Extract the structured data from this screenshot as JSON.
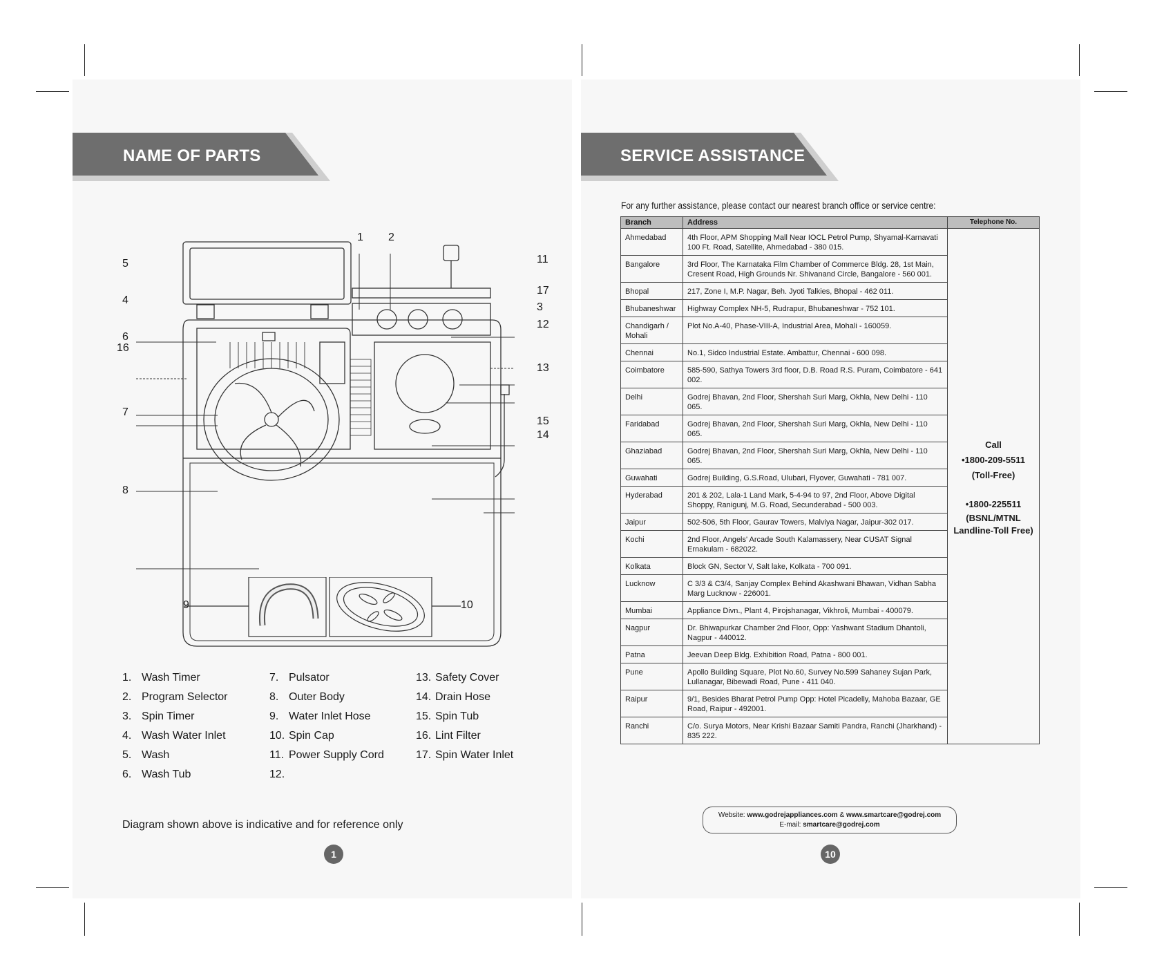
{
  "left": {
    "banner_title": "NAME OF PARTS",
    "callouts": [
      "1",
      "2",
      "3",
      "4",
      "5",
      "6",
      "7",
      "8",
      "9",
      "10",
      "11",
      "12",
      "13",
      "14",
      "15",
      "16",
      "17"
    ],
    "parts_col1": [
      {
        "num": "1.",
        "label": "Wash Timer"
      },
      {
        "num": "2.",
        "label": "Program Selector"
      },
      {
        "num": "3.",
        "label": "Spin Timer"
      },
      {
        "num": "4.",
        "label": "Wash Water Inlet"
      },
      {
        "num": "5.",
        "label": "Wash"
      },
      {
        "num": "6.",
        "label": "Wash Tub"
      }
    ],
    "parts_col2": [
      {
        "num": "7.",
        "label": "Pulsator"
      },
      {
        "num": "8.",
        "label": "Outer Body"
      },
      {
        "num": "9.",
        "label": "Water Inlet Hose"
      },
      {
        "num": "10.",
        "label": "Spin Cap"
      },
      {
        "num": "11.",
        "label": "Power Supply Cord"
      },
      {
        "num": "12.",
        "label": ""
      }
    ],
    "parts_col3": [
      {
        "num": "13.",
        "label": "Safety Cover"
      },
      {
        "num": "14.",
        "label": "Drain Hose"
      },
      {
        "num": "15.",
        "label": "Spin Tub"
      },
      {
        "num": "16.",
        "label": "Lint Filter"
      },
      {
        "num": "17.",
        "label": "Spin Water Inlet"
      }
    ],
    "disclaimer": "Diagram shown above is indicative and for reference only",
    "page_number": "1"
  },
  "right": {
    "banner_title": "SERVICE ASSISTANCE",
    "intro": "For any further assistance, please contact our nearest branch office or service centre:",
    "headers": {
      "branch": "Branch",
      "address": "Address",
      "telephone": "Telephone No."
    },
    "rows": [
      {
        "branch": "Ahmedabad",
        "address": "4th Floor, APM Shopping Mall Near IOCL Petrol Pump, Shyamal-Karnavati 100 Ft. Road, Satellite, Ahmedabad - 380 015."
      },
      {
        "branch": "Bangalore",
        "address": "3rd Floor, The Karnataka Film Chamber of Commerce Bldg. 28, 1st Main, Cresent Road, High Grounds Nr. Shivanand Circle, Bangalore - 560 001."
      },
      {
        "branch": "Bhopal",
        "address": "217, Zone I, M.P. Nagar, Beh. Jyoti Talkies, Bhopal - 462 011."
      },
      {
        "branch": "Bhubaneshwar",
        "address": "Highway Complex NH-5, Rudrapur, Bhubaneshwar - 752 101."
      },
      {
        "branch": "Chandigarh / Mohali",
        "address": "Plot No.A-40, Phase-VIII-A, Industrial Area, Mohali - 160059."
      },
      {
        "branch": "Chennai",
        "address": "No.1, Sidco Industrial Estate. Ambattur, Chennai - 600 098."
      },
      {
        "branch": "Coimbatore",
        "address": "585-590, Sathya Towers 3rd floor, D.B. Road R.S. Puram, Coimbatore - 641 002."
      },
      {
        "branch": "Delhi",
        "address": "Godrej Bhavan, 2nd Floor, Shershah Suri Marg, Okhla, New Delhi - 110 065."
      },
      {
        "branch": "Faridabad",
        "address": "Godrej Bhavan, 2nd Floor, Shershah Suri Marg, Okhla, New Delhi - 110 065."
      },
      {
        "branch": "Ghaziabad",
        "address": "Godrej Bhavan, 2nd Floor, Shershah Suri Marg, Okhla, New Delhi - 110 065."
      },
      {
        "branch": "Guwahati",
        "address": "Godrej Building, G.S.Road, Ulubari, Flyover, Guwahati - 781 007."
      },
      {
        "branch": "Hyderabad",
        "address": "201 & 202, Lala-1 Land Mark, 5-4-94 to 97, 2nd Floor, Above Digital Shoppy, Ranigunj, M.G. Road, Secunderabad - 500 003."
      },
      {
        "branch": "Jaipur",
        "address": "502-506, 5th Floor, Gaurav Towers, Malviya Nagar, Jaipur-302 017."
      },
      {
        "branch": "Kochi",
        "address": "2nd Floor, Angels' Arcade South Kalamassery, Near CUSAT Signal Ernakulam - 682022."
      },
      {
        "branch": "Kolkata",
        "address": "Block GN, Sector V, Salt lake, Kolkata - 700 091."
      },
      {
        "branch": "Lucknow",
        "address": "C 3/3 & C3/4, Sanjay Complex Behind Akashwani Bhawan, Vidhan Sabha Marg Lucknow - 226001."
      },
      {
        "branch": "Mumbai",
        "address": "Appliance Divn., Plant 4, Pirojshanagar, Vikhroli, Mumbai - 400079."
      },
      {
        "branch": "Nagpur",
        "address": "Dr. Bhiwapurkar Chamber 2nd Floor, Opp: Yashwant Stadium Dhantoli, Nagpur - 440012."
      },
      {
        "branch": "Patna",
        "address": "Jeevan Deep Bldg. Exhibition Road, Patna - 800 001."
      },
      {
        "branch": "Pune",
        "address": "Apollo Building Square, Plot No.60, Survey No.599 Sahaney Sujan Park, Lullanagar, Bibewadi Road, Pune - 411 040."
      },
      {
        "branch": "Raipur",
        "address": "9/1, Besides Bharat Petrol Pump Opp: Hotel Picadelly, Mahoba Bazaar, GE Road, Raipur - 492001."
      },
      {
        "branch": "Ranchi",
        "address": "C/o. Surya Motors, Near Krishi Bazaar Samiti Pandra, Ranchi (Jharkhand) - 835 222."
      }
    ],
    "telephone": {
      "call": "Call",
      "tollfree_number": "•1800-209-5511",
      "tollfree_label": "(Toll-Free)",
      "landline_number": "•1800-225511",
      "landline_label1": "(BSNL/MTNL",
      "landline_label2": "Landline-Toll Free)"
    },
    "website_label": "Website:",
    "website1": "www.godrejappliances.com",
    "website_sep": "&",
    "website2": "www.smartcare@godrej.com",
    "email_label": "E-mail:",
    "email": "smartcare@godrej.com",
    "page_number": "10"
  }
}
